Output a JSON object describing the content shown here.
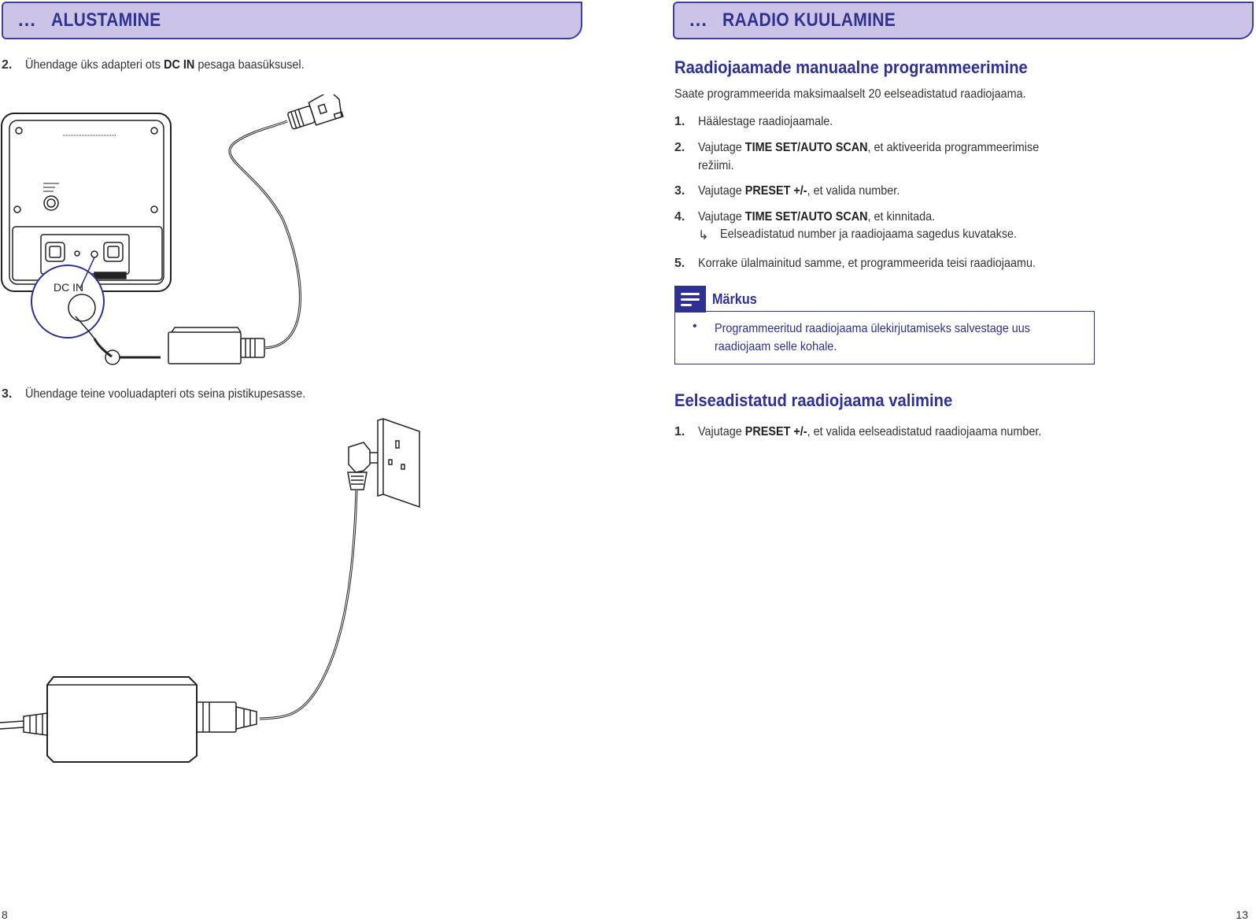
{
  "left_page": {
    "header_dots": "…",
    "header_title": "ALUSTAMINE",
    "step2_num": "2.",
    "step2_pre": "Ühendage üks adapteri ots ",
    "step2_bold": "DC IN",
    "step2_post": " pesaga baasüksusel.",
    "callout_label": "DC IN",
    "step3_num": "3.",
    "step3_text": "Ühendage teine vooluadapteri ots seina pistikupesasse.",
    "page_number": "8"
  },
  "right_page": {
    "header_dots": "…",
    "header_title": "RAADIO KUULAMINE",
    "heading1": "Raadiojaamade manuaalne programmeerimine",
    "intro": "Saate programmeerida maksimaalselt 20 eelseadistatud raadiojaama.",
    "steps": [
      {
        "num": "1.",
        "pre": "Häälestage raadiojaamale.",
        "bold": "",
        "post": ""
      },
      {
        "num": "2.",
        "pre": "Vajutage ",
        "bold": "TIME SET/AUTO SCAN",
        "post": ", et aktiveerida programmeerimise",
        "line2": "režiimi."
      },
      {
        "num": "3.",
        "pre": "Vajutage ",
        "bold": "PRESET +/-",
        "post": ", et valida number."
      },
      {
        "num": "4.",
        "pre": "Vajutage ",
        "bold": "TIME SET/AUTO SCAN",
        "post": ", et kinnitada."
      },
      {
        "num": "5.",
        "pre": "Korrake ülalmainitud samme, et programmeerida teisi raadiojaamu.",
        "bold": "",
        "post": ""
      }
    ],
    "step4_result_arrow": "↳",
    "step4_result": "Eelseadistatud number ja raadiojaama sagedus kuvatakse.",
    "note_label": "Märkus",
    "note_bullet": "•",
    "note_line1": "Programmeeritud raadiojaama ülekirjutamiseks salvestage uus",
    "note_line2": "raadiojaam selle kohale.",
    "heading2": "Eelseadistatud raadiojaama valimine",
    "select_step": {
      "num": "1.",
      "pre": "Vajutage ",
      "bold": "PRESET +/-",
      "post": ", et valida eelseadistatud raadiojaama number."
    },
    "page_number": "13"
  },
  "colors": {
    "header_fill": "#ccc4e6",
    "accent": "#2e3192"
  }
}
